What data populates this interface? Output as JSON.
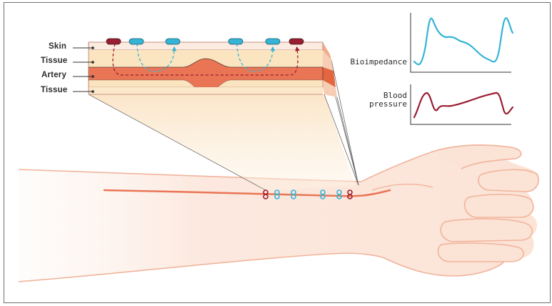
{
  "layers": [
    {
      "key": "skin",
      "label": "Skin"
    },
    {
      "key": "tissue_top",
      "label": "Tissue"
    },
    {
      "key": "artery",
      "label": "Artery"
    },
    {
      "key": "tissue_bottom",
      "label": "Tissue"
    }
  ],
  "graphs": {
    "bioimpedance": {
      "label": "Bioimpedance",
      "color": "#35b4d6"
    },
    "blood_pressure": {
      "label_line1": "Blood",
      "label_line2": "pressure",
      "color": "#9b1d33"
    }
  },
  "colors": {
    "artery": "#ea7555",
    "tissue": "#fbe4c0",
    "skin": "#fcebe0",
    "skin_outline": "#f1b49c",
    "electrode_current": "#9b1d33",
    "electrode_sense": "#35b4d6"
  },
  "electrodes": {
    "current_pair": 2,
    "sensing_pairs": 2
  }
}
